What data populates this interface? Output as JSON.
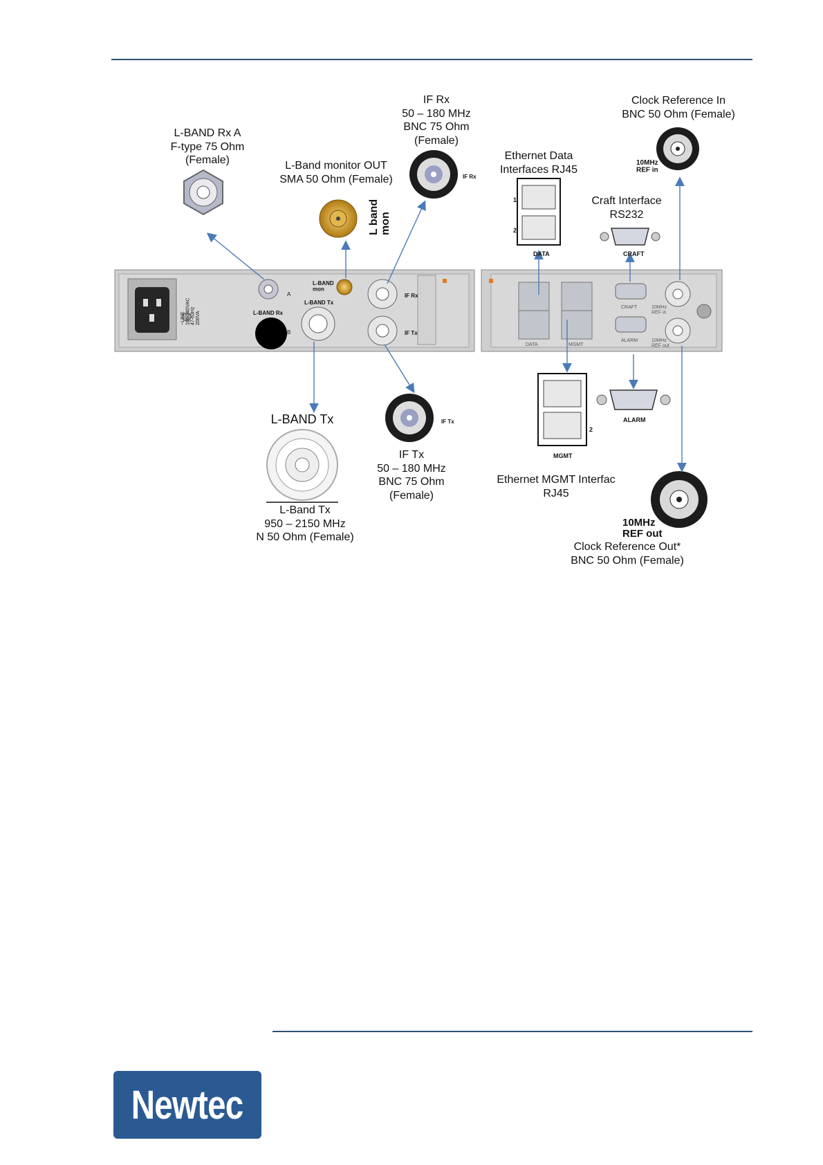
{
  "labels": {
    "lband_rx_a": "L-BAND Rx A\nF-type 75 Ohm\n(Female)",
    "lband_mon": "L-Band monitor OUT\nSMA 50 Ohm  (Female)",
    "if_rx": "IF Rx\n50 – 180 MHz\nBNC 75 Ohm\n(Female)",
    "eth_data": "Ethernet Data\nInterfaces RJ45",
    "craft": "Craft Interface\nRS232",
    "clk_in": "Clock Reference In\nBNC 50 Ohm  (Female)",
    "lband_tx_title": "L-BAND Tx",
    "lband_tx": "L-Band Tx\n950 – 2150 MHz\nN 50 Ohm  (Female)",
    "if_tx": "IF Tx\n50 – 180 MHz\nBNC 75 Ohm\n(Female)",
    "eth_mgmt": "Ethernet MGMT  Interfac\nRJ45",
    "clk_out": "Clock Reference Out*\nBNC 50 Ohm  (Female)"
  },
  "small_text": {
    "lband_mon_rot": "L band\nmon",
    "if_rx_tag": "IF Rx",
    "if_tx_tag": "IF Tx",
    "ref_in_tag": "10MHz\nREF in",
    "ref_out_tag": "10MHz\nREF out",
    "data": "DATA",
    "craft": "CRAFT",
    "mgmt": "MGMT",
    "alarm": "ALARM",
    "port_1": "1",
    "port_2": "2",
    "chassis_lband_mon": "L-BAND\nmon",
    "chassis_lband_tx": "L-BAND Tx",
    "chassis_lband_rx": "L-BAND Rx",
    "chassis_a": "A",
    "chassis_b": "B",
    "chassis_if_rx": "IF Rx",
    "chassis_if_tx": "IF Tx",
    "chassis_line": "~LINE\n100-240VAC\n47-63Hz\n200VA",
    "chassis_data": "DATA",
    "chassis_mgmt": "MGMT",
    "chassis_craft": "CRAFT",
    "chassis_alarm": "ALARM",
    "chassis_ref_in": "10MHz\nREF in",
    "chassis_ref_out": "10MHz\nREF out"
  },
  "logo": "Newtec",
  "colors": {
    "rule": "#2e4f73",
    "arrow": "#4a7bb7",
    "logo_bg": "#2b5a93",
    "chassis": "#c9c9c9"
  }
}
